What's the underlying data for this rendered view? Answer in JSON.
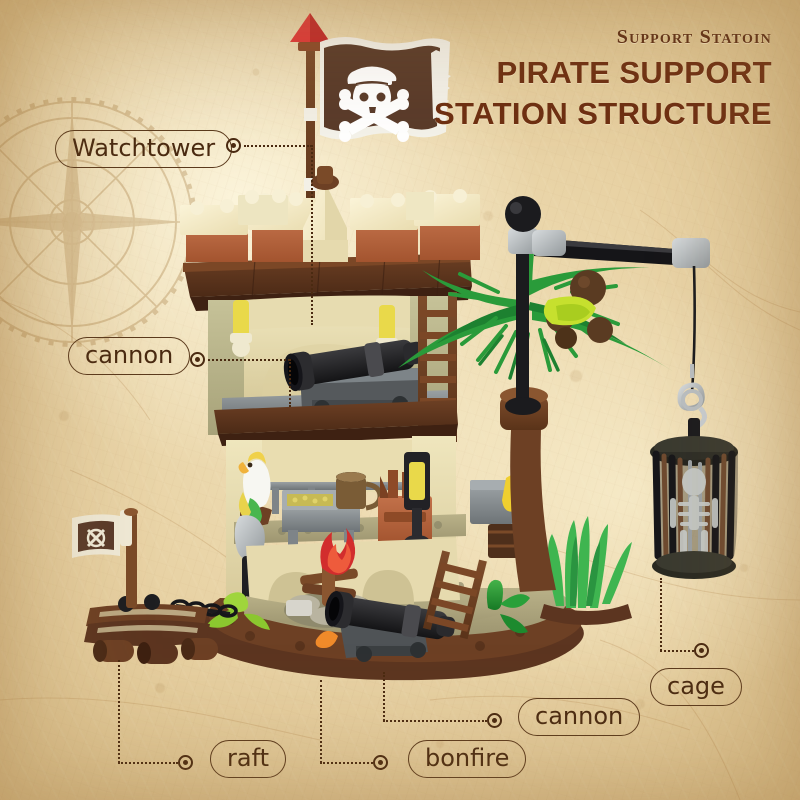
{
  "header": {
    "kicker": "Support Statoin",
    "headline_line1": "PIRATE SUPPORT",
    "headline_line2": "STATION STRUCTURE",
    "kicker_color": "#5f2f16",
    "headline_color": "#6e2f12"
  },
  "callouts": [
    {
      "id": "watchtower",
      "label": "Watchtower"
    },
    {
      "id": "cannon_upper",
      "label": "cannon"
    },
    {
      "id": "raft",
      "label": "raft"
    },
    {
      "id": "bonfire",
      "label": "bonfire"
    },
    {
      "id": "cannon_lower",
      "label": "cannon"
    },
    {
      "id": "cage",
      "label": "cage"
    }
  ],
  "scene": {
    "background": "aged parchment map",
    "subject": "LEGO-style pirate watchtower support station diorama",
    "elements": [
      "pirate flag with skull and crossbones",
      "watchtower platform with tan and terracotta bricks",
      "upper deck cannon on grey carriage",
      "lower deck kitchen with table, pot and crate",
      "white parrot on perch",
      "wooden ladder",
      "bonfire with red flames on stone ring",
      "second cannon at ground level",
      "palm tree with coconuts",
      "black crane arm with hook",
      "hanging cage containing skeleton",
      "log raft with chain and pirate banner"
    ]
  },
  "colors": {
    "parchment": "#e9d6ab",
    "brick_tan": "#f3e8c2",
    "brick_terracotta": "#b5643c",
    "wood_dark": "#5c3520",
    "olive": "#b7b38a",
    "leaf_green": "#2e9b3c",
    "flag_dark": "#5a3b2a",
    "ink": "#4a2a11"
  }
}
